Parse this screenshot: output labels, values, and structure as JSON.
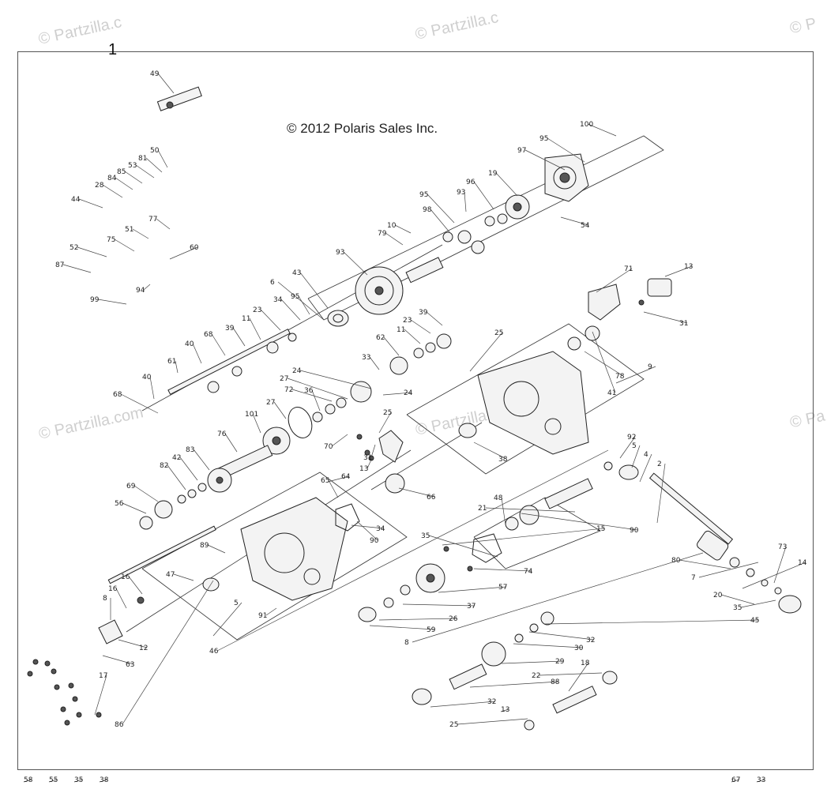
{
  "watermarks": [
    {
      "text": "© Partzilla.c"
    },
    {
      "text": "© Partzilla.c"
    },
    {
      "text": "© P"
    },
    {
      "text": "© Partzilla.com"
    },
    {
      "text": "© Partzilla.com"
    },
    {
      "text": "© Pa"
    }
  ],
  "sheet_number": "1",
  "copyright": "© 2012 Polaris Sales Inc.",
  "callouts": [
    "49",
    "100",
    "95",
    "97",
    "50",
    "81",
    "53",
    "85",
    "84",
    "28",
    "44",
    "19",
    "96",
    "93",
    "95",
    "98",
    "54",
    "77",
    "51",
    "75",
    "52",
    "87",
    "60",
    "10",
    "79",
    "93",
    "94",
    "99",
    "43",
    "6",
    "95",
    "34",
    "23",
    "11",
    "39",
    "68",
    "40",
    "61",
    "68",
    "40",
    "39",
    "23",
    "11",
    "62",
    "33",
    "24",
    "27",
    "36",
    "72",
    "24",
    "25",
    "71",
    "13",
    "31",
    "27",
    "101",
    "76",
    "83",
    "42",
    "82",
    "69",
    "56",
    "70",
    "31",
    "13",
    "25",
    "66",
    "38",
    "41",
    "78",
    "9",
    "64",
    "65",
    "34",
    "90",
    "89",
    "47",
    "16",
    "16",
    "8",
    "12",
    "63",
    "17",
    "86",
    "91",
    "5",
    "46",
    "92",
    "5",
    "4",
    "2",
    "90",
    "48",
    "21",
    "15",
    "35",
    "74",
    "57",
    "37",
    "26",
    "59",
    "8",
    "80",
    "7",
    "73",
    "14",
    "20",
    "35",
    "45",
    "32",
    "30",
    "29",
    "22",
    "18",
    "88",
    "32",
    "25",
    "13",
    "67",
    "33",
    "58",
    "55",
    "35",
    "38"
  ]
}
